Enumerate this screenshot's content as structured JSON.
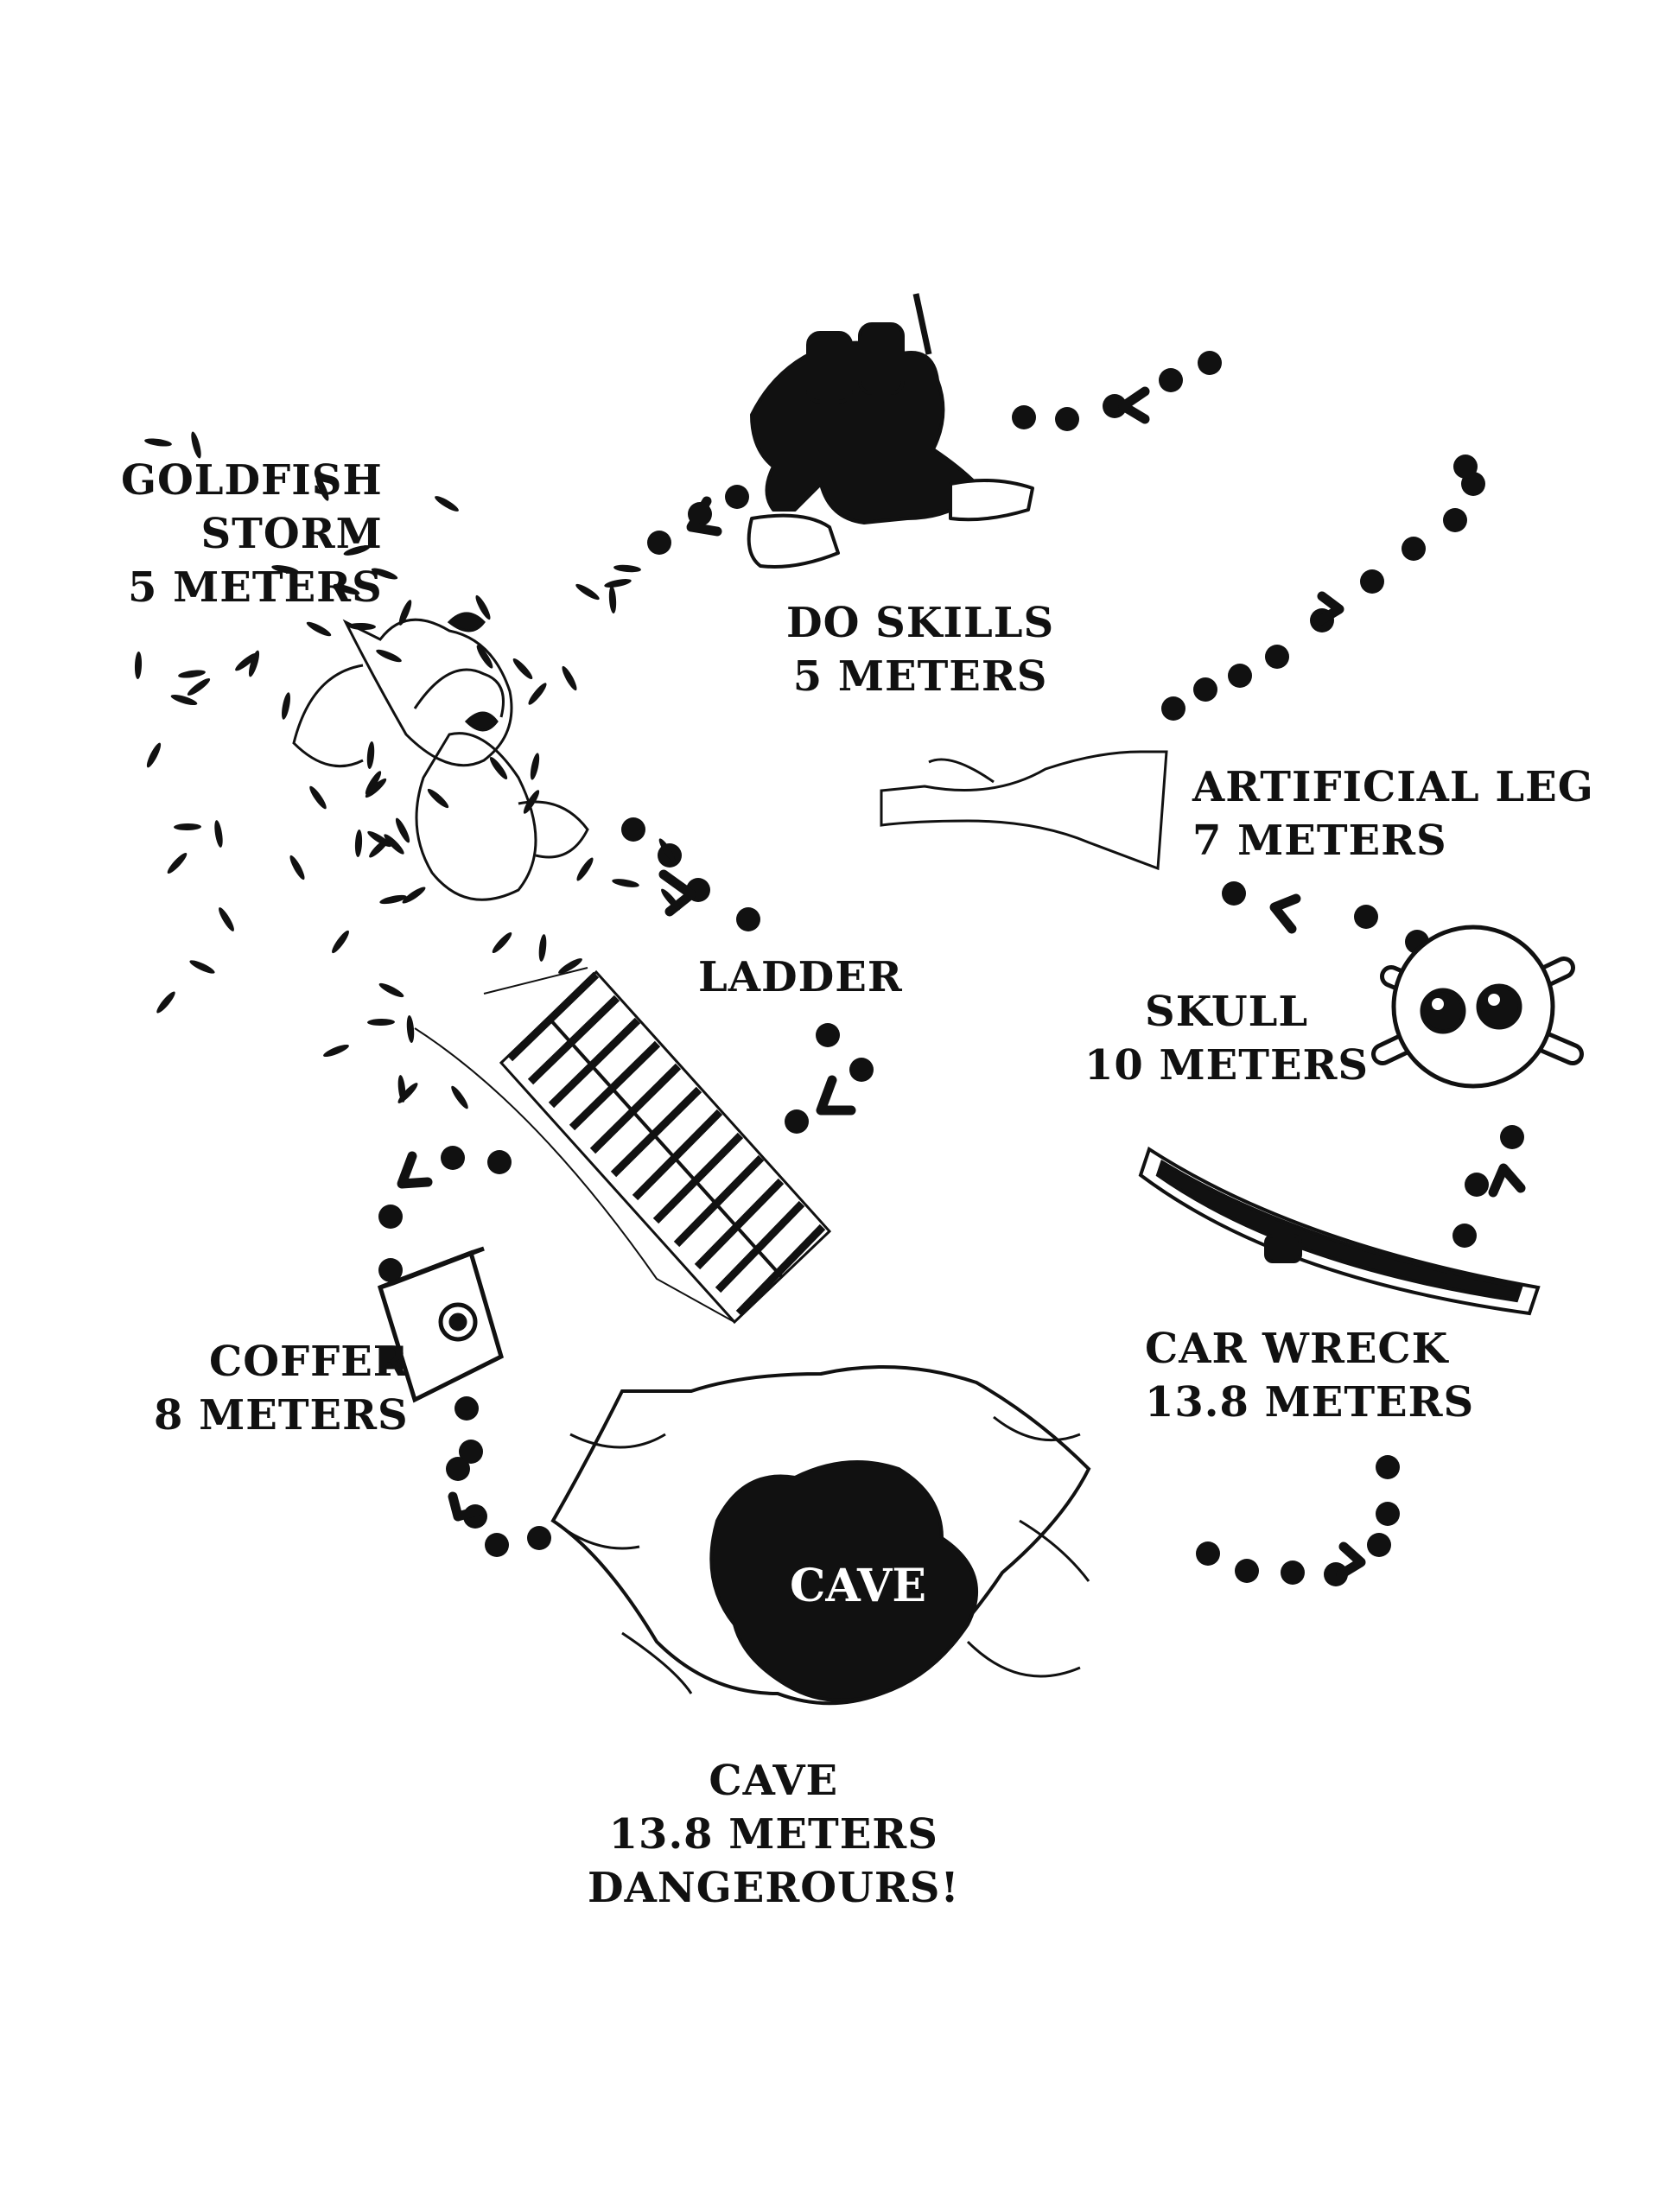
{
  "colors": {
    "ink": "#111111",
    "paper": "#ffffff"
  },
  "stops": [
    {
      "id": "do-skills",
      "lines": [
        "DO SKILLS",
        "5 METERS"
      ],
      "icon": "scuba-diver-icon"
    },
    {
      "id": "goldfish-storm",
      "lines": [
        "GOLDFISH",
        "STORM",
        "5 METERS"
      ],
      "icon": "goldfish-icon"
    },
    {
      "id": "ladder",
      "lines": [
        "LADDER"
      ],
      "icon": "ladder-icon"
    },
    {
      "id": "coffer",
      "lines": [
        "COFFER",
        "8 METERS"
      ],
      "icon": "safe-icon"
    },
    {
      "id": "cave",
      "lines": [
        "CAVE",
        "13.8 METERS",
        "DANGEROURS!"
      ],
      "icon": "cave-icon",
      "inner_label": "CAVE"
    },
    {
      "id": "car-wreck",
      "lines": [
        "CAR WRECK",
        "13.8 METERS"
      ],
      "icon": "car-bumper-icon"
    },
    {
      "id": "skull",
      "lines": [
        "SKULL",
        "10 METERS"
      ],
      "icon": "skull-crossbones-icon"
    },
    {
      "id": "artificial-leg",
      "lines": [
        "ARTIFICIAL LEG",
        "7 METERS"
      ],
      "icon": "prosthetic-leg-icon"
    }
  ]
}
